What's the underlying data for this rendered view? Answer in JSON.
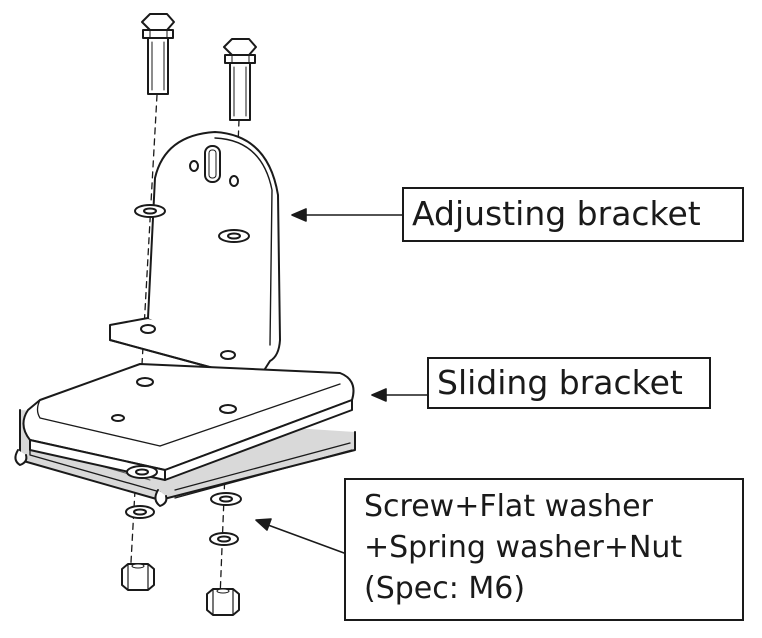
{
  "labels": {
    "adjusting": "Adjusting bracket",
    "sliding": "Sliding bracket",
    "fasteners_line1": "Screw+Flat washer",
    "fasteners_line2": "+Spring washer+Nut",
    "fasteners_line3": "(Spec: M6)"
  },
  "colors": {
    "ink": "#1a1a1a",
    "paper": "#ffffff",
    "rail": "#d9d9d9"
  }
}
